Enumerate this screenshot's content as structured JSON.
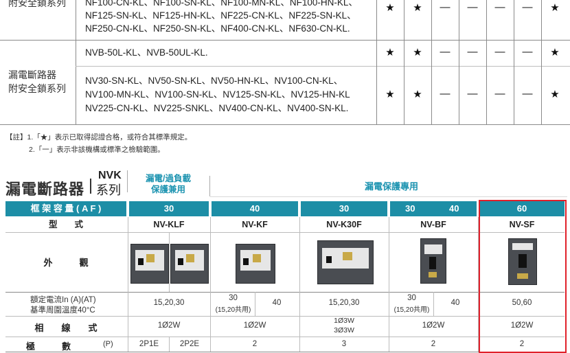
{
  "top_table": {
    "rows": [
      {
        "category": "附安全鎖系列",
        "models": [
          "NF100-CN-KL、NF100-SN-KL、NF100-MN-KL、NF100-HN-KL、",
          "NF125-SN-KL、NF125-HN-KL、NF225-CN-KL、NF225-SN-KL、",
          "NF250-CN-KL、NF250-SN-KL、NF400-CN-KL、NF630-CN-KL."
        ],
        "marks": [
          "★",
          "★",
          "—",
          "—",
          "—",
          "—",
          "★"
        ]
      },
      {
        "category": "",
        "models": [
          "NVB-50L-KL、NVB-50UL-KL."
        ],
        "marks": [
          "★",
          "★",
          "—",
          "—",
          "—",
          "—",
          "★"
        ]
      },
      {
        "category": "漏電斷路器\n附安全鎖系列",
        "category_lines": [
          "漏電斷路器",
          "附安全鎖系列"
        ],
        "models": [
          "NV30-SN-KL、NV50-SN-KL、NV50-HN-KL、NV100-CN-KL、",
          "NV100-MN-KL、NV100-SN-KL、NV125-SN-KL、NV125-HN-KL",
          "NV225-CN-KL、NV225-SNKL、NV400-CN-KL、NV400-SN-KL."
        ],
        "marks": [
          "★",
          "★",
          "—",
          "—",
          "—",
          "—",
          "★"
        ]
      }
    ]
  },
  "notes": [
    "【註】1.「★」表示已取得認證合格，或符合其標準規定。",
    "2.「一」表示非該機構或標準之檢驗範圍。"
  ],
  "section": {
    "title": "漏電斷路器",
    "series_top": "NVK",
    "series_bottom": "系列",
    "group1_line1": "漏電/過負載",
    "group1_line2": "保護兼用",
    "group2": "漏電保護專用"
  },
  "spec_table": {
    "frame_label": "框 架 容 量 ( A F )",
    "type_label": "型　　式",
    "appearance_label": "外　　　觀",
    "current_label_1": "額定電流In (A)(AT)",
    "current_label_2": "基準周圍溫度40°C",
    "phase_label": "相　　線　　式",
    "poles_label": "極　　　數",
    "poles_unit": "(P)",
    "columns": [
      {
        "af": "30",
        "type": "NV-KLF",
        "current": "15,20,30",
        "phase": "1Ø2W",
        "poles_a": "2P1E",
        "poles_b": "2P2E"
      },
      {
        "af": "40",
        "type": "NV-KF",
        "current_a": "30",
        "current_a2": "(15,20共用)",
        "current_b": "40",
        "phase": "1Ø2W",
        "poles": "2"
      },
      {
        "af": "30",
        "type": "NV-K30F",
        "current": "15,20,30",
        "phase_a": "1Ø3W",
        "phase_b": "3Ø3W",
        "poles": "3"
      },
      {
        "af_a": "30",
        "af_b": "40",
        "type": "NV-BF",
        "current_a": "30",
        "current_a2": "(15,20共用)",
        "current_b": "40",
        "phase": "1Ø2W",
        "poles": "2"
      },
      {
        "af": "60",
        "type": "NV-SF",
        "current": "50,60",
        "phase": "1Ø2W",
        "poles": "2"
      }
    ]
  },
  "colors": {
    "header_bg": "#1d8ea6",
    "header_text": "#ffffff",
    "accent": "#1b93b0",
    "highlight_border": "#e0202a"
  }
}
